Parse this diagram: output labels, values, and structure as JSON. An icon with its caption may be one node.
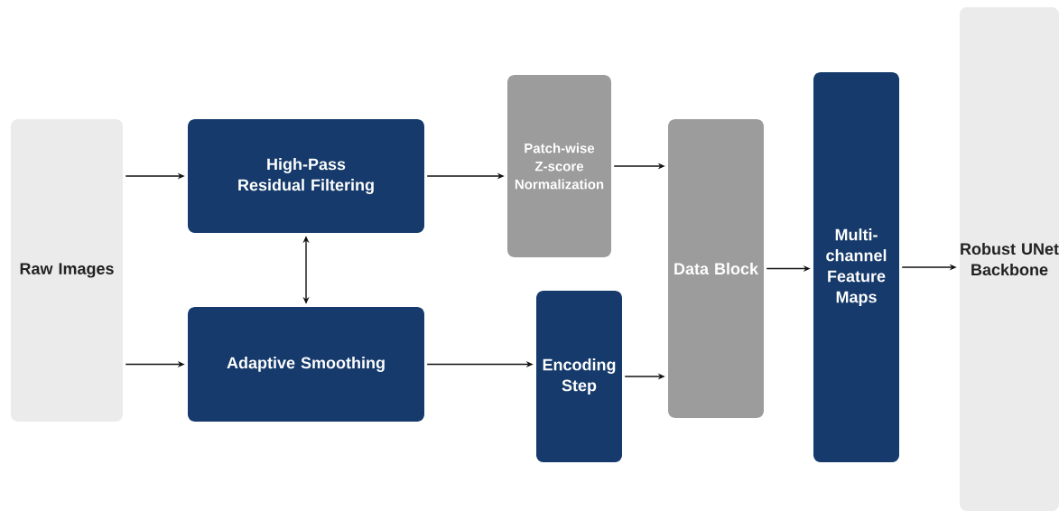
{
  "diagram": {
    "nodes": [
      {
        "text": [
          "Raw Images"
        ]
      },
      {
        "text": [
          "High-Pass Residual Filtering"
        ]
      },
      {
        "text": [
          "Adaptive Smoothing"
        ]
      },
      {
        "text": [
          "Patch-wise Z-score Normalization"
        ]
      },
      {
        "text": [
          "Encoding Step"
        ]
      },
      {
        "text": [
          "Data Block"
        ]
      },
      {
        "text": [
          "Multi-channel Feature Maps"
        ]
      },
      {
        "text": [
          "Robust UNet Backbone"
        ]
      }
    ],
    "edges": [
      {
        "from": 0,
        "to": 1,
        "arrow": "to"
      },
      {
        "from": 0,
        "to": 2,
        "arrow": "to"
      },
      {
        "from": 1,
        "to": 2,
        "arrow": "both"
      },
      {
        "from": 1,
        "to": 3,
        "arrow": "to"
      },
      {
        "from": 2,
        "to": 4,
        "arrow": "to"
      },
      {
        "from": 3,
        "to": 5,
        "arrow": "to"
      },
      {
        "from": 4,
        "to": 5,
        "arrow": "to"
      },
      {
        "from": 5,
        "to": 6,
        "arrow": "to"
      },
      {
        "from": 6,
        "to": 7,
        "arrow": "to"
      }
    ]
  }
}
